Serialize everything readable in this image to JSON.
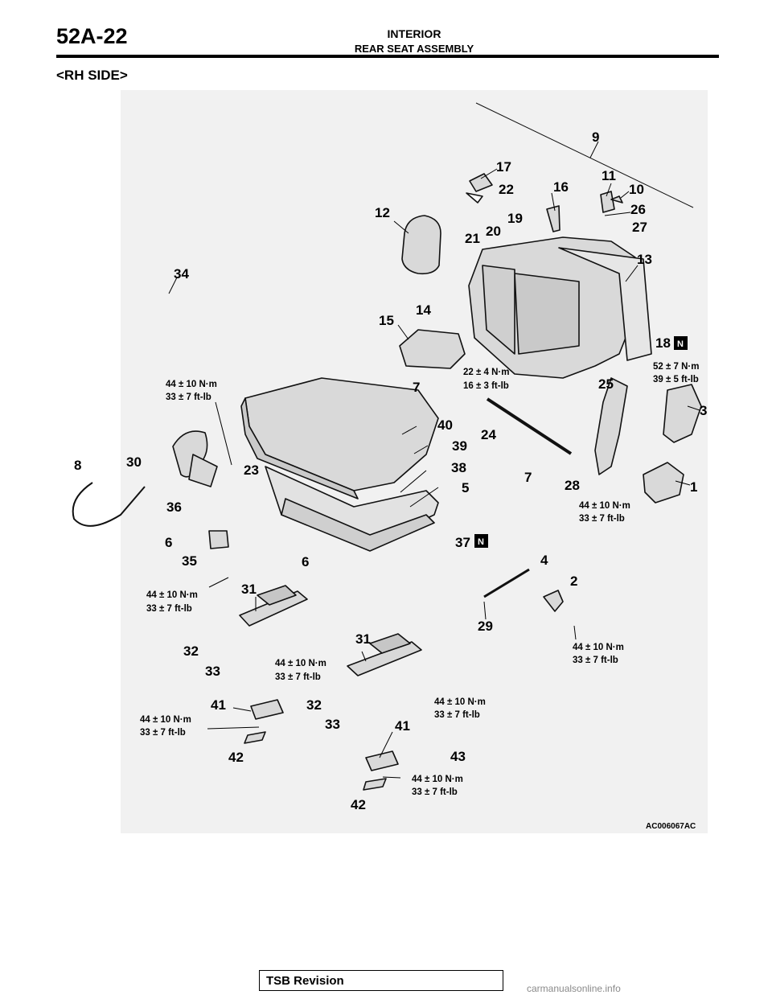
{
  "header": {
    "page_number": "52A-22",
    "title": "INTERIOR",
    "subtitle": "REAR SEAT ASSEMBLY"
  },
  "section_title": "<RH SIDE>",
  "figure": {
    "code": "AC006067AC",
    "new_part_badge": "N",
    "callouts": [
      "1",
      "2",
      "3",
      "4",
      "5",
      "6",
      "6",
      "7",
      "7",
      "8",
      "9",
      "10",
      "11",
      "12",
      "13",
      "14",
      "15",
      "16",
      "17",
      "18",
      "19",
      "20",
      "21",
      "22",
      "23",
      "24",
      "25",
      "26",
      "27",
      "28",
      "29",
      "30",
      "31",
      "31",
      "32",
      "32",
      "33",
      "33",
      "34",
      "35",
      "36",
      "37",
      "38",
      "39",
      "40",
      "41",
      "41",
      "42",
      "42",
      "43"
    ],
    "torque_labels": [
      [
        "44 ± 10 N·m",
        "33 ± 7 ft-lb"
      ],
      [
        "22  ± 4 N·m",
        "16 ± 3 ft-lb"
      ],
      [
        "52 ± 7 N·m",
        "39 ± 5 ft-lb"
      ],
      [
        "44 ± 10 N·m",
        "33 ± 7 ft-lb"
      ],
      [
        "44 ± 10 N·m",
        "33 ± 7 ft-lb"
      ],
      [
        "44 ± 10 N·m",
        "33 ± 7 ft-lb"
      ],
      [
        "44 ± 10 N·m",
        "33 ± 7 ft-lb"
      ],
      [
        "44 ± 10 N·m",
        "33 ± 7 ft-lb"
      ],
      [
        "44 ± 10 N·m",
        "33 ± 7 ft-lb"
      ],
      [
        "44 ± 10 N·m",
        "33 ± 7 ft-lb"
      ]
    ]
  },
  "footer": {
    "revision_label": "TSB Revision",
    "watermark": "carmanualsonline.info"
  }
}
